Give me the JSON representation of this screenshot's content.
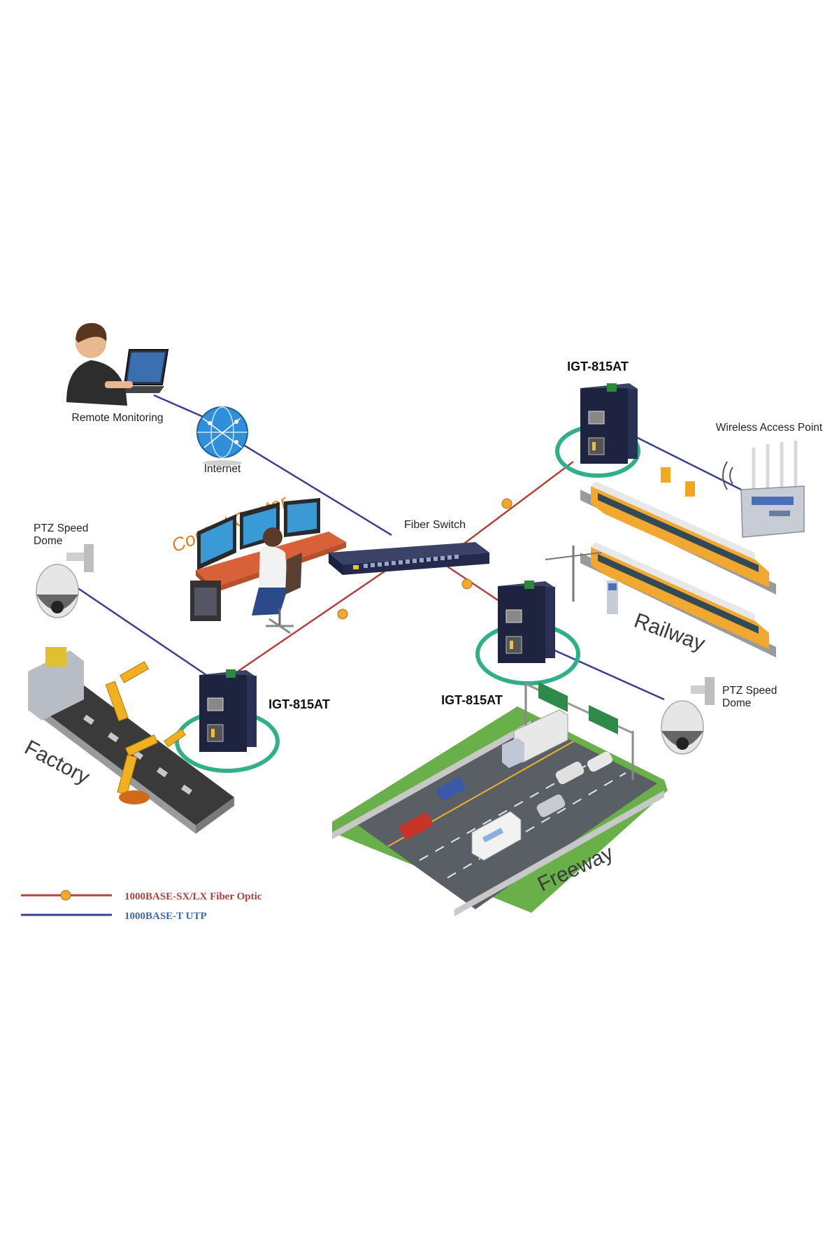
{
  "labels": {
    "remote_monitoring": "Remote Monitoring",
    "internet": "Internet",
    "control_center": "Control Center",
    "fiber_switch": "Fiber Switch",
    "ptz_left": [
      "PTZ Speed",
      "Dome"
    ],
    "ptz_right": [
      "PTZ Speed",
      "Dome"
    ],
    "igt_top": "IGT-815AT",
    "igt_left": "IGT-815AT",
    "igt_mid": "IGT-815AT",
    "wireless_ap": "Wireless Access Point",
    "railway": "Railway",
    "factory": "Factory",
    "freeway": "Freeway"
  },
  "legend": [
    {
      "label": "1000BASE-SX/LX Fiber Optic",
      "color": "#b0413e",
      "type": "fiber"
    },
    {
      "label": "1000BASE-T UTP",
      "color": "#3b3f8f",
      "type": "utp"
    }
  ],
  "colors": {
    "fiber": "#b0413e",
    "utp": "#3b3f8f",
    "fiber_marker": "#f0a830",
    "ring": "#2fb08a",
    "device": "#1e2340",
    "control_center_text": "#d9822b",
    "scene_green": "#5d9e3b"
  }
}
